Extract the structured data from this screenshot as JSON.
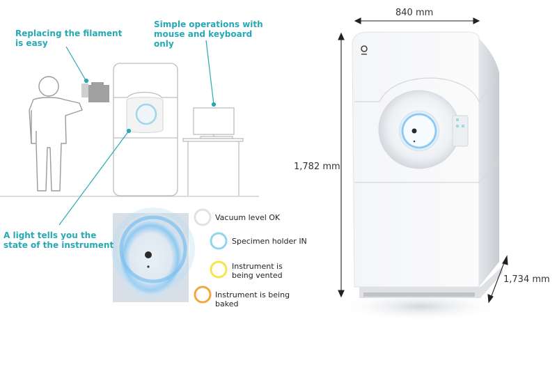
{
  "callouts": {
    "filament": "Replacing the filament is easy",
    "operations": "Simple operations with mouse and keyboard only",
    "light": "A light tells you the state of the instrument"
  },
  "legend": [
    {
      "label": "Vacuum level OK",
      "color": "#e2e2e2"
    },
    {
      "label": "Specimen holder IN",
      "color": "#8fd6ec"
    },
    {
      "label": "Instrument is being vented",
      "color": "#f4e64a"
    },
    {
      "label": "Instrument is being baked",
      "color": "#f2a640"
    }
  ],
  "dimensions": {
    "width": "840 mm",
    "height": "1,782 mm",
    "depth": "1,734 mm"
  },
  "colors": {
    "accent": "#26a9b4",
    "status_blue": "#5fb8ee"
  }
}
